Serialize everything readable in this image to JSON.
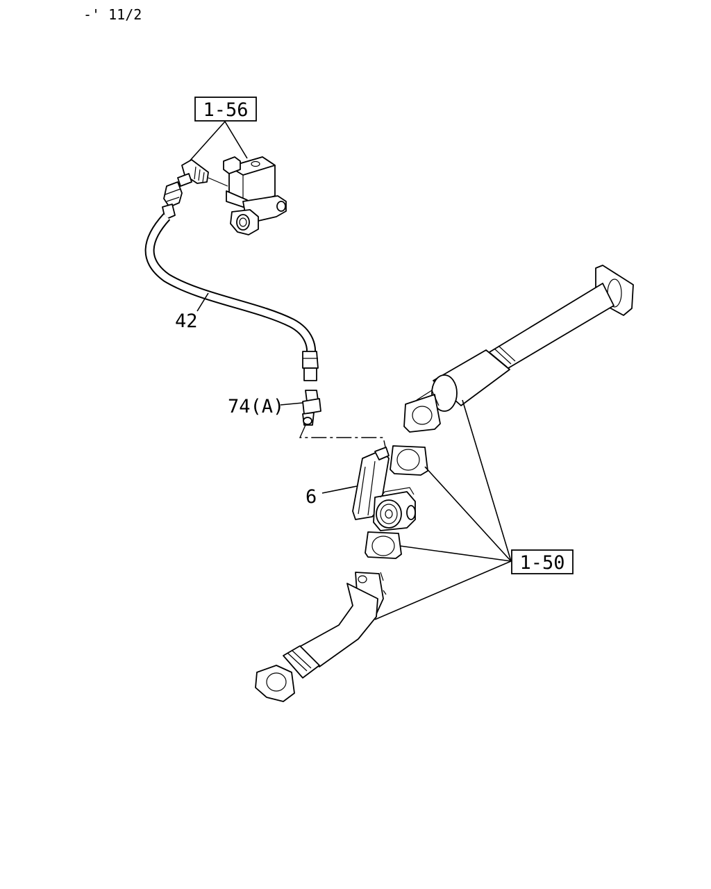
{
  "header": {
    "code": "-' 11/2"
  },
  "callouts": {
    "ref_top": "1-56",
    "ref_right": "1-50",
    "item_hose": "42",
    "item_connector": "74(A)",
    "item_valve": "6"
  }
}
